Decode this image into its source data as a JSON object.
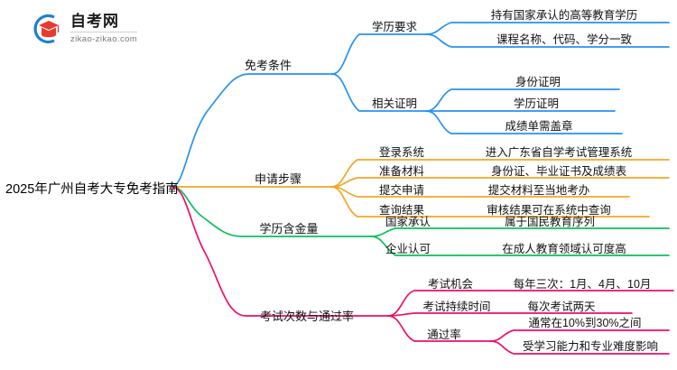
{
  "logo": {
    "title": "自考网",
    "subtitle": "zikao-zikao.com",
    "mark_arc_color": "#1c7fd6",
    "mark_cap_color": "#e8392f"
  },
  "mindmap": {
    "root": {
      "label": "2025年广州自考大专免考指南"
    },
    "colors": {
      "branch1": "#2693f0",
      "branch2": "#f2a626",
      "branch3": "#0ac15c",
      "branch4": "#ec0f6c"
    },
    "branches": [
      {
        "label": "免考条件",
        "color": "#2693f0",
        "children": [
          {
            "label": "学历要求",
            "children": [
              {
                "label": "持有国家承认的高等教育学历"
              },
              {
                "label": "课程名称、代码、学分一致"
              }
            ]
          },
          {
            "label": "相关证明",
            "children": [
              {
                "label": "身份证明"
              },
              {
                "label": "学历证明"
              },
              {
                "label": "成绩单需盖章"
              }
            ]
          }
        ]
      },
      {
        "label": "申请步骤",
        "color": "#f2a626",
        "children": [
          {
            "label": "登录系统",
            "children": [
              {
                "label": "进入广东省自学考试管理系统"
              }
            ]
          },
          {
            "label": "准备材料",
            "children": [
              {
                "label": "身份证、毕业证书及成绩表"
              }
            ]
          },
          {
            "label": "提交申请",
            "children": [
              {
                "label": "提交材料至当地考办"
              }
            ]
          },
          {
            "label": "查询结果",
            "children": [
              {
                "label": "审核结果可在系统中查询"
              }
            ]
          }
        ]
      },
      {
        "label": "学历含金量",
        "color": "#0ac15c",
        "children": [
          {
            "label": "国家承认",
            "children": [
              {
                "label": "属于国民教育序列"
              }
            ]
          },
          {
            "label": "企业认可",
            "children": [
              {
                "label": "在成人教育领域认可度高"
              }
            ]
          }
        ]
      },
      {
        "label": "考试次数与通过率",
        "color": "#ec0f6c",
        "children": [
          {
            "label": "考试机会",
            "children": [
              {
                "label": "每年三次：1月、4月、10月"
              }
            ]
          },
          {
            "label": "考试持续时间",
            "children": [
              {
                "label": "每次考试两天"
              }
            ]
          },
          {
            "label": "通过率",
            "children": [
              {
                "label": "通常在10%到30%之间"
              },
              {
                "label": "受学习能力和专业难度影响"
              }
            ]
          }
        ]
      }
    ]
  }
}
